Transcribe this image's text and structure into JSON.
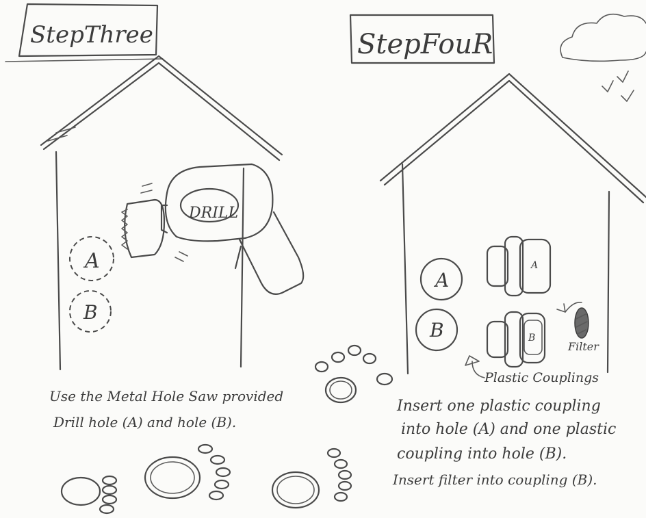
{
  "step3": {
    "title": "StepThree",
    "drill_label": "DRILL",
    "hole_a": "A",
    "hole_b": "B",
    "caption_line1": "Use the Metal Hole Saw provided",
    "caption_line2": "Drill hole (A) and hole (B)."
  },
  "step4": {
    "title": "StepFouR",
    "hole_a": "A",
    "hole_b": "B",
    "coupling_a_letter": "A",
    "coupling_b_letter": "B",
    "filter_label": "Filter",
    "couplings_label": "Plastic Couplings",
    "caption_line1": "Insert one plastic coupling",
    "caption_line2": "into hole (A) and one plastic",
    "caption_line3": "coupling into hole (B).",
    "caption_line4": "Insert filter into coupling (B)."
  }
}
